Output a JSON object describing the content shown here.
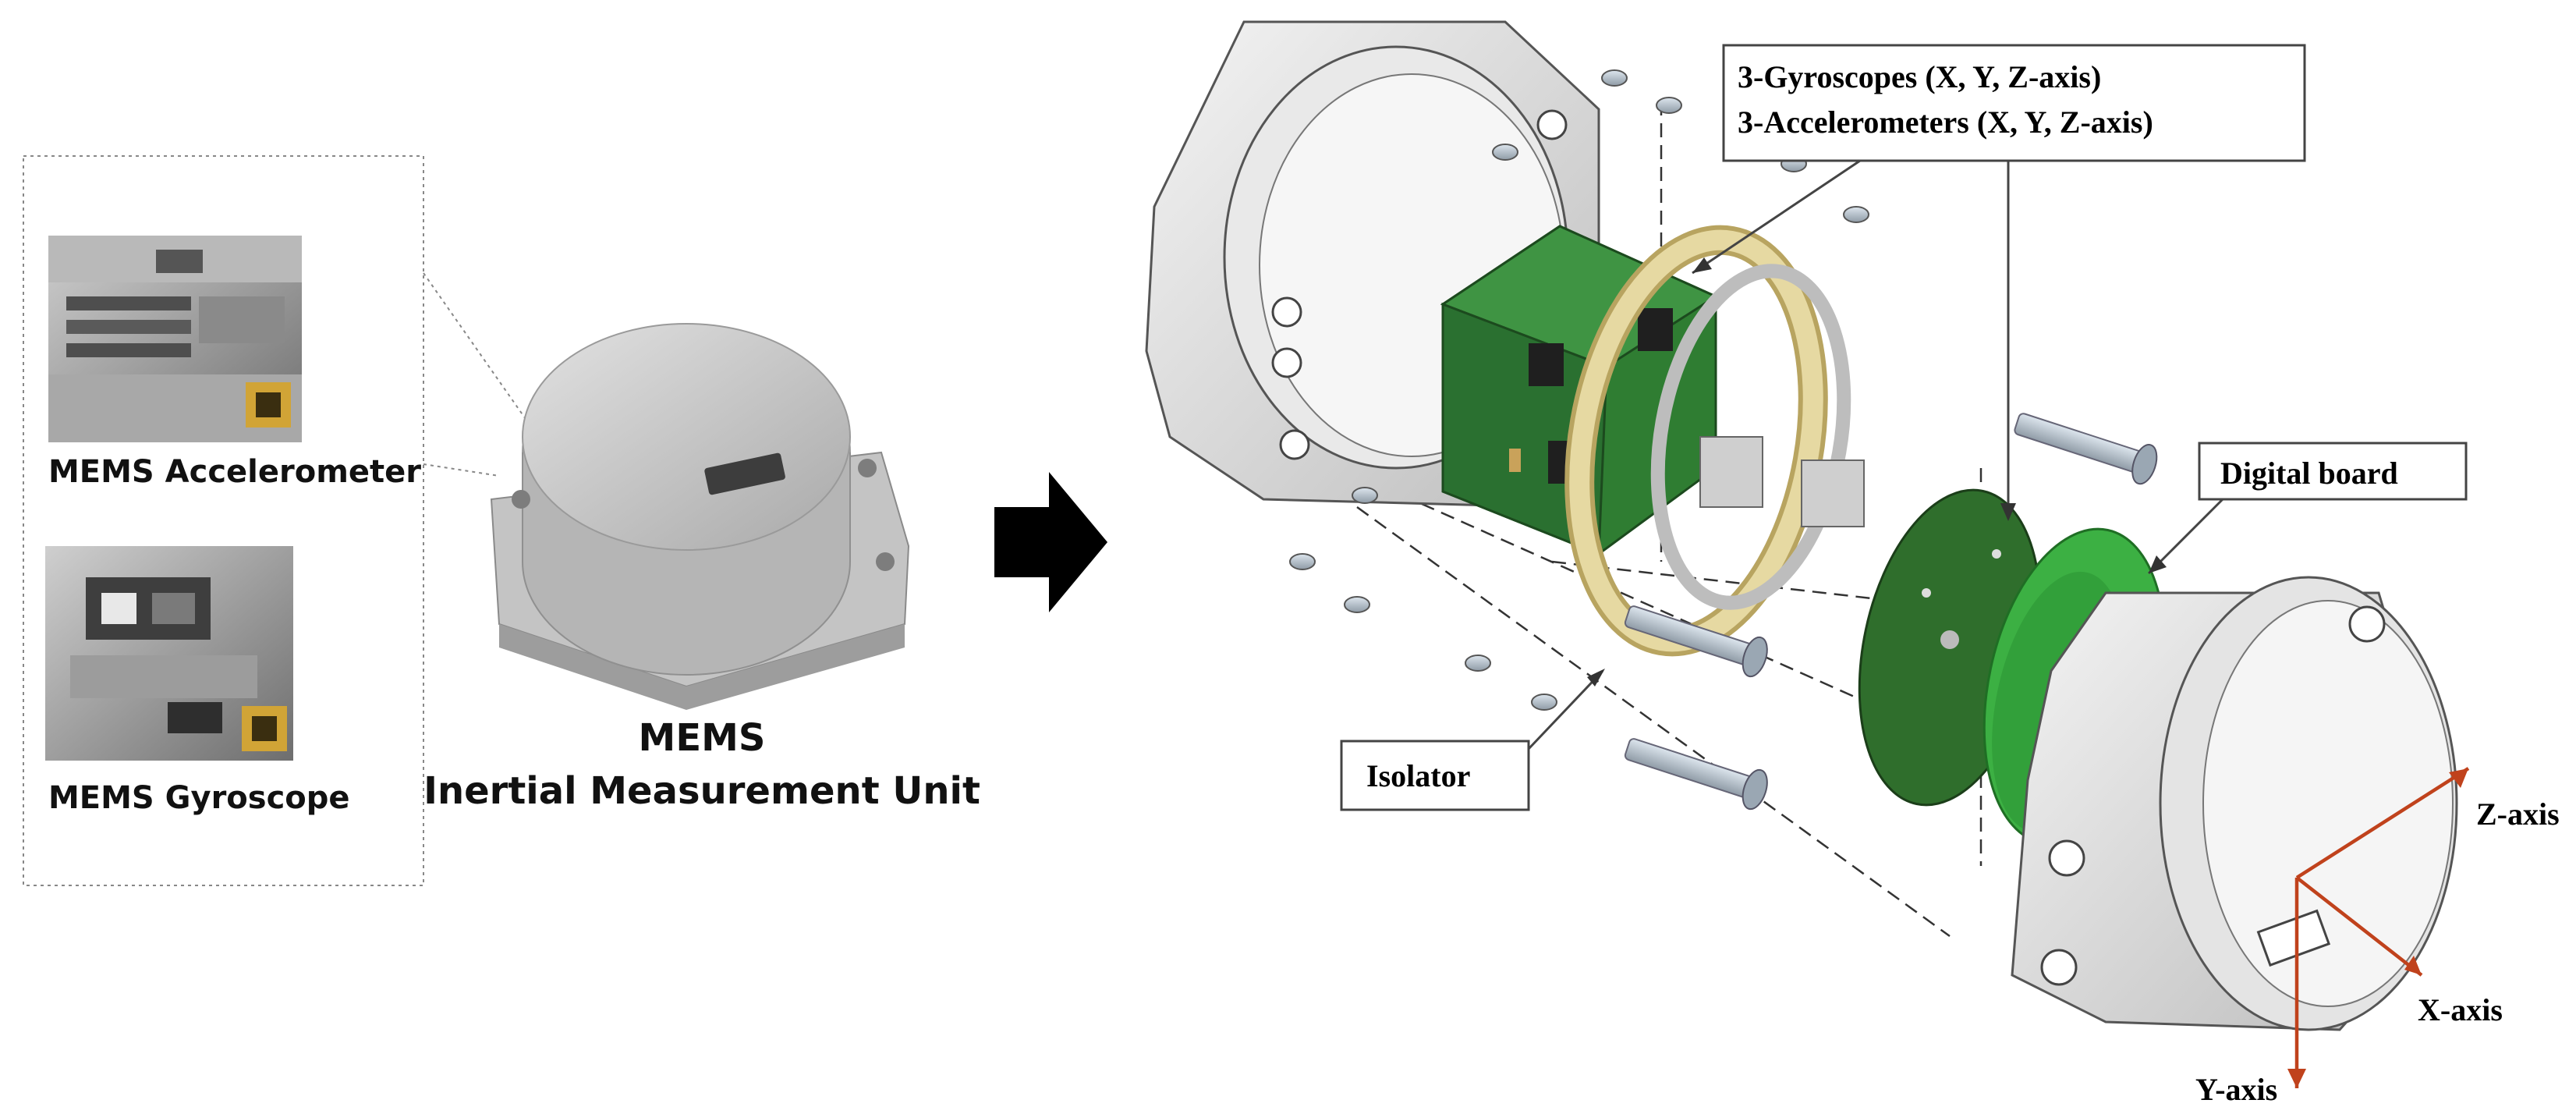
{
  "inset": {
    "accelerometer_label": "MEMS Accelerometer",
    "gyroscope_label": "MEMS Gyroscope"
  },
  "imu": {
    "title_line1": "MEMS",
    "title_line2": "Inertial Measurement Unit"
  },
  "callouts": {
    "gyroscopes": "3-Gyroscopes (X, Y, Z-axis)",
    "accelerometers": "3-Accelerometers (X, Y, Z-axis)",
    "digital_board": "Digital board",
    "isolator": "Isolator"
  },
  "axes": {
    "z": "Z-axis",
    "x": "X-axis",
    "y": "Y-axis"
  },
  "colors": {
    "pcb_green": "#2f7d32",
    "board_bright_green": "#3cb043",
    "isolator_gold": "#d9c98a",
    "housing_grey": "#e6e6e6",
    "axis_red": "#c0421c"
  }
}
